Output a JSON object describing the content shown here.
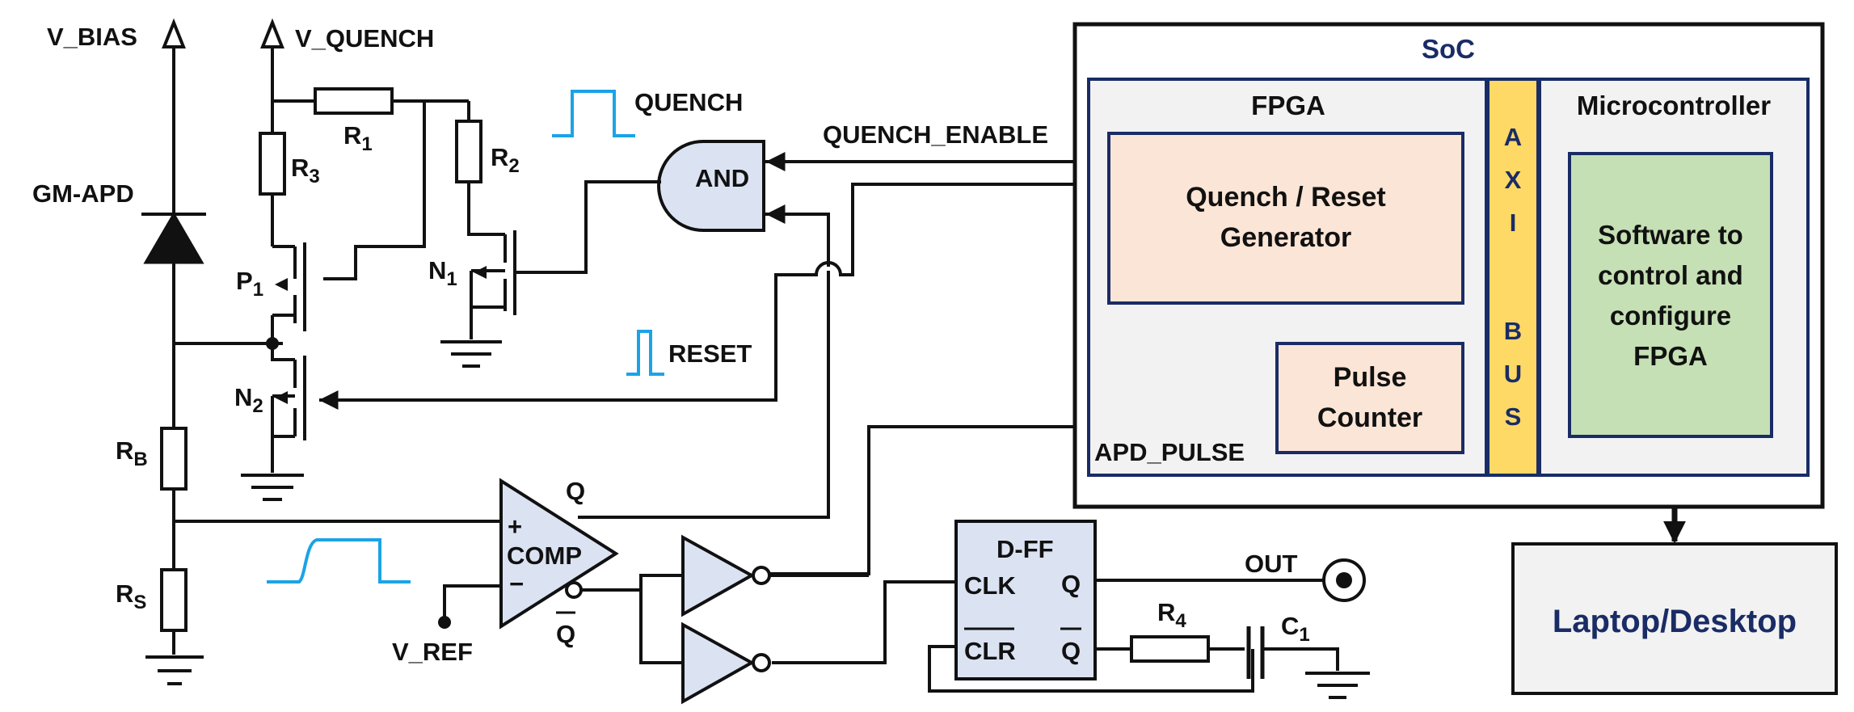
{
  "labels": {
    "v_bias": "V_BIAS",
    "v_quench": "V_QUENCH",
    "gm_apd": "GM-APD",
    "r1": "R",
    "r1_sub": "1",
    "r2": "R",
    "r2_sub": "2",
    "r3": "R",
    "r3_sub": "3",
    "r4": "R",
    "r4_sub": "4",
    "rb": "R",
    "rb_sub": "B",
    "rs": "R",
    "rs_sub": "S",
    "p1": "P",
    "p1_sub": "1",
    "n1": "N",
    "n1_sub": "1",
    "n2": "N",
    "n2_sub": "2",
    "c1": "C",
    "c1_sub": "1",
    "quench": "QUENCH",
    "reset": "RESET",
    "quench_enable": "QUENCH_ENABLE",
    "apd_pulse": "APD_PULSE",
    "and_gate": "AND",
    "comp": "COMP",
    "comp_plus": "+",
    "comp_minus": "−",
    "q": "Q",
    "q_bar": "Q",
    "v_ref": "V_REF",
    "out": "OUT"
  },
  "dff": {
    "title": "D-FF",
    "clk": "CLK",
    "clr": "CLR",
    "q": "Q",
    "q_bar": "Q"
  },
  "soc": {
    "title": "SoC",
    "fpga": "FPGA",
    "microcontroller": "Microcontroller",
    "quench_reset_line1": "Quench / Reset",
    "quench_reset_line2": "Generator",
    "pulse_counter_line1": "Pulse",
    "pulse_counter_line2": "Counter",
    "axi_letters": [
      "A",
      "X",
      "I",
      "B",
      "U",
      "S"
    ],
    "software_lines": [
      "Software to",
      "control and",
      "configure",
      "FPGA"
    ]
  },
  "host": {
    "label": "Laptop/Desktop"
  },
  "colors": {
    "wire": "#111111",
    "pulse": "#1ba3e6",
    "gate_fill": "#dbe3f3",
    "block_peach": "#fbe5d6",
    "block_green": "#c5e0b4",
    "axi_yellow": "#ffd966",
    "fpga_bg": "#f2f2f2",
    "border_navy": "#1a2c66",
    "title_navy": "#1a2c66"
  }
}
